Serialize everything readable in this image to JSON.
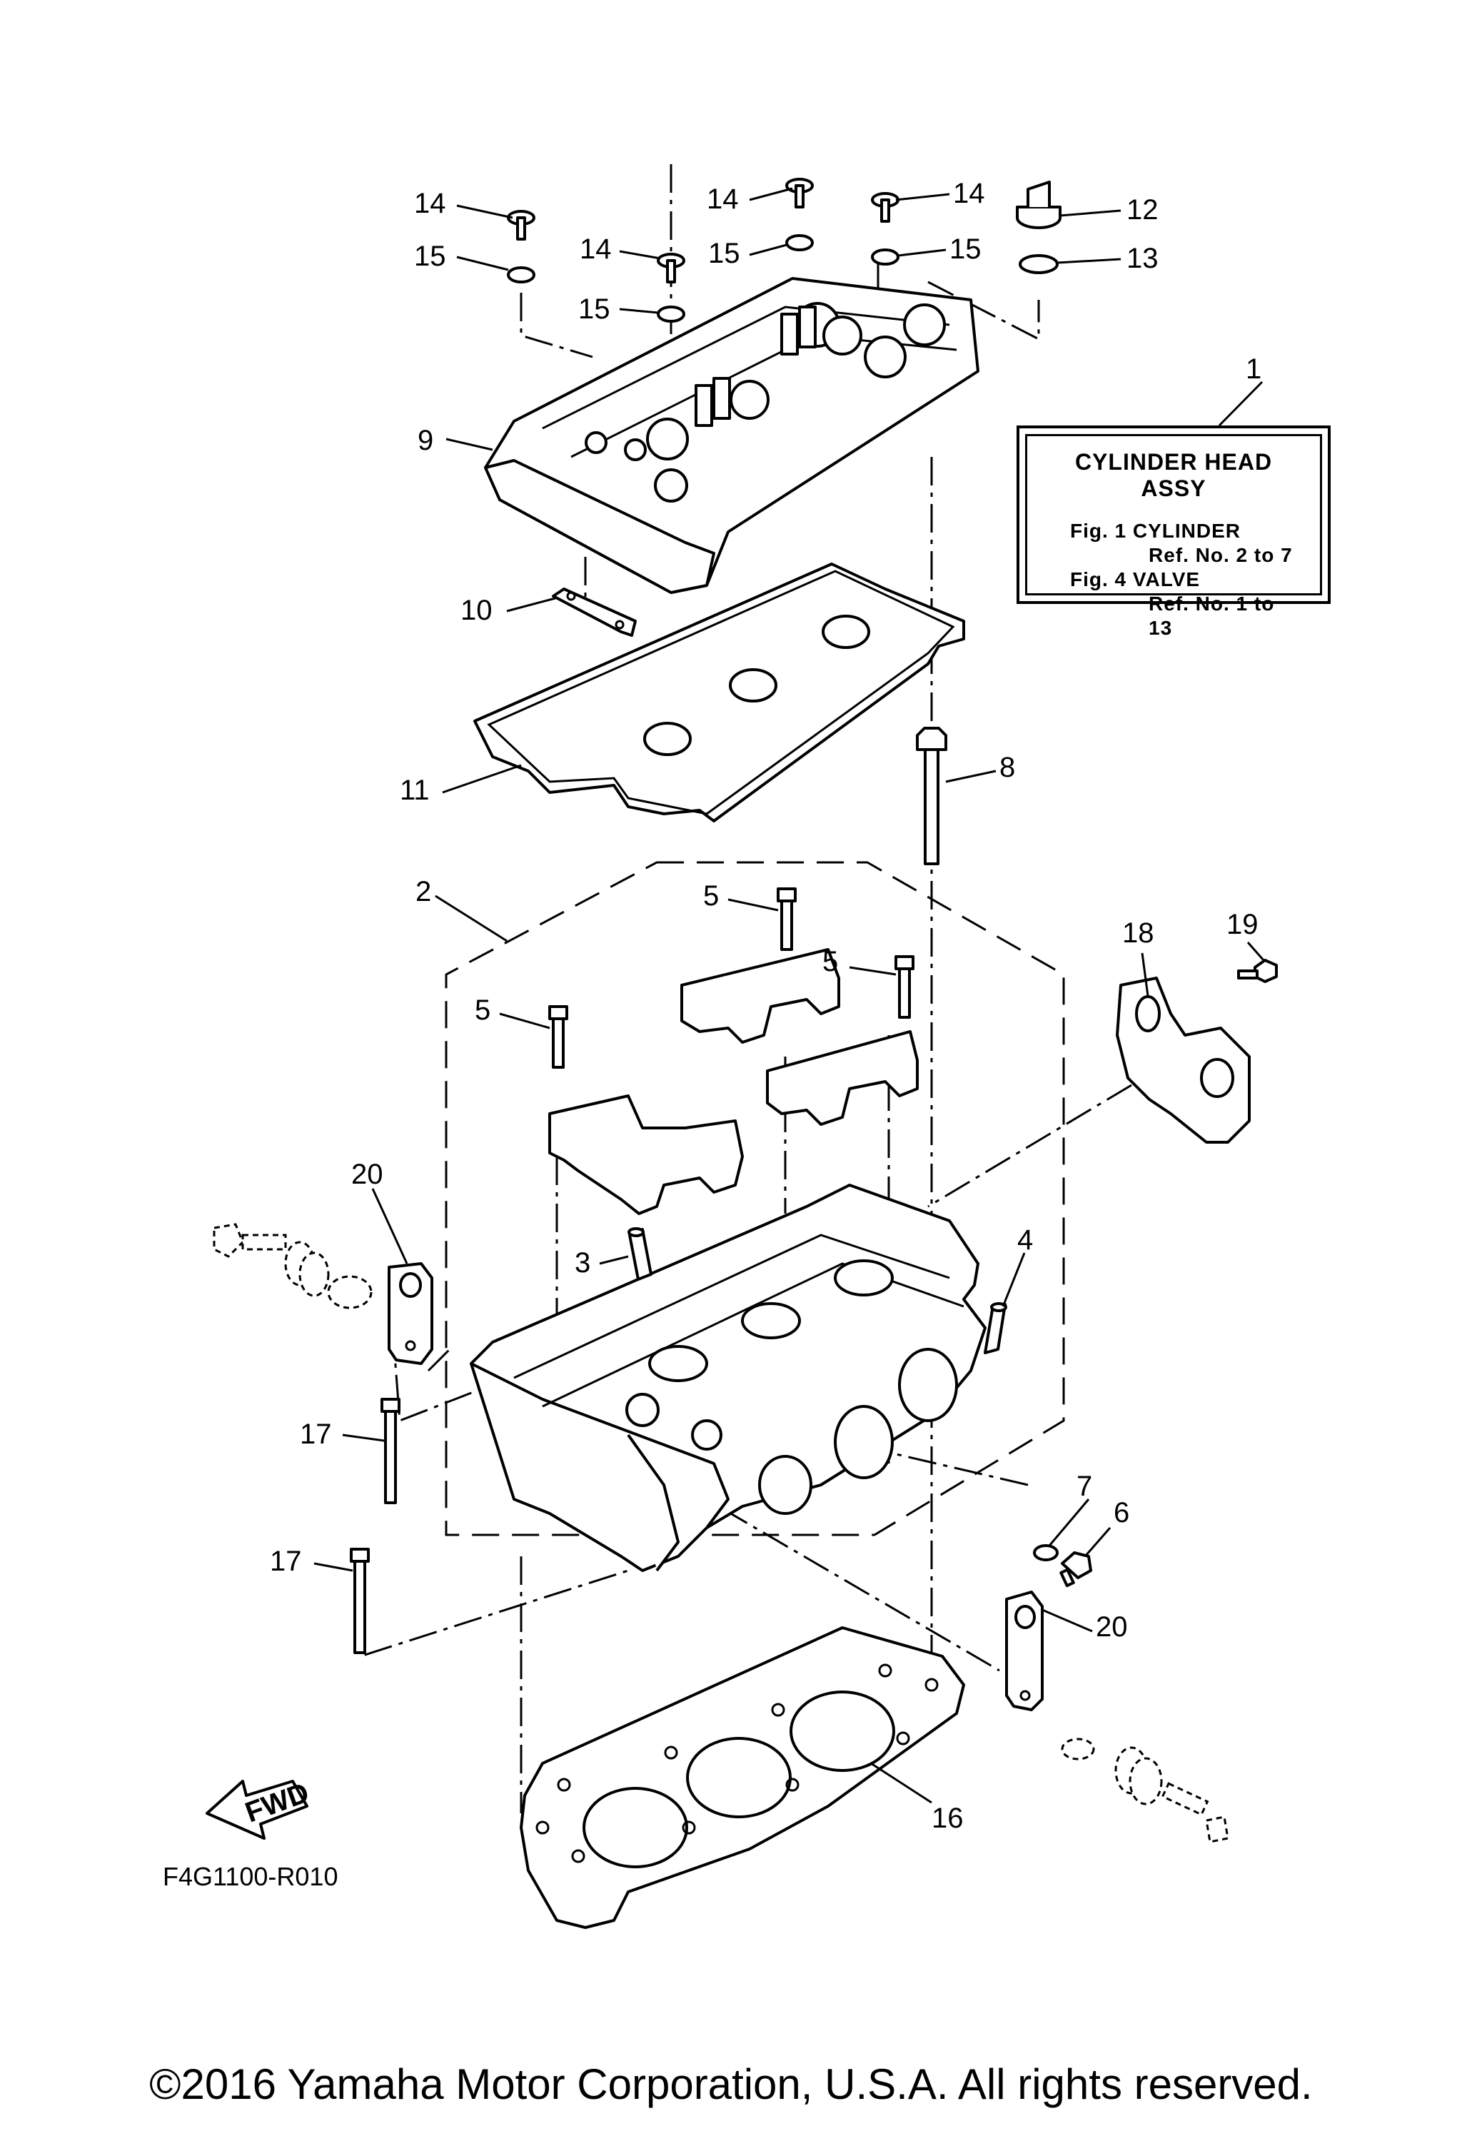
{
  "callouts": {
    "c1": "1",
    "c2": "2",
    "c3": "3",
    "c4": "4",
    "c5a": "5",
    "c5b": "5",
    "c5c": "5",
    "c6": "6",
    "c7": "7",
    "c8": "8",
    "c9": "9",
    "c10": "10",
    "c11": "11",
    "c12": "12",
    "c13": "13",
    "c14a": "14",
    "c14b": "14",
    "c14c": "14",
    "c14d": "14",
    "c15a": "15",
    "c15b": "15",
    "c15c": "15",
    "c15d": "15",
    "c16": "16",
    "c17a": "17",
    "c17b": "17",
    "c18": "18",
    "c19": "19",
    "c20a": "20",
    "c20b": "20"
  },
  "assy_box": {
    "title": "CYLINDER HEAD ASSY",
    "line1": "Fig. 1 CYLINDER",
    "line2": "Ref. No. 2 to 7",
    "line3": "Fig. 4 VALVE",
    "line4": "Ref. No. 1 to 13"
  },
  "fwd_label": "FWD",
  "figure_code": "F4G1100-R010",
  "copyright": "©2016 Yamaha Motor Corporation, U.S.A. All rights reserved."
}
